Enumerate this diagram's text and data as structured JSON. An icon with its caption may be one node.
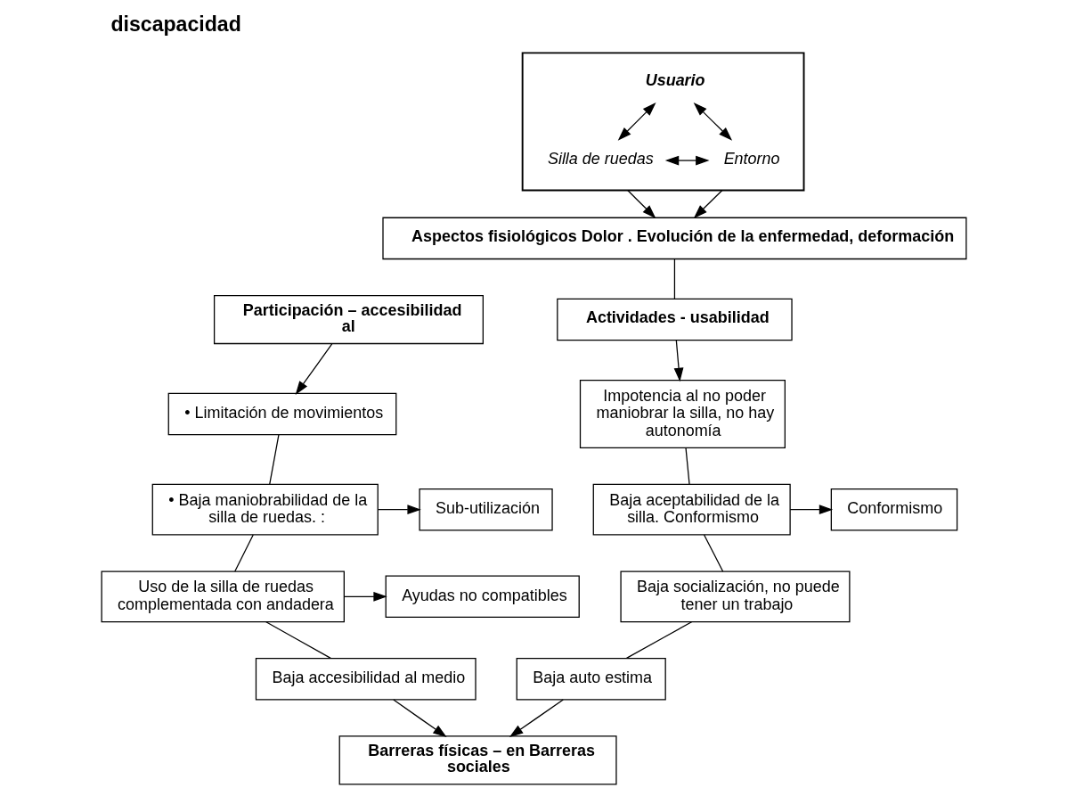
{
  "diagram": {
    "title": "discapacidad",
    "nodes": [
      {
        "text": [],
        "shape": "box"
      },
      {
        "text": [
          "Usuario"
        ],
        "in": 0
      },
      {
        "text": [
          "Silla de ruedas"
        ],
        "in": 0
      },
      {
        "text": [
          "Entorno"
        ],
        "in": 0
      },
      {
        "text": [
          "Aspectos fisiológicos Dolor . Evolución de la enfermedad, deformación"
        ]
      },
      {
        "text": [
          "Participación – accesibilidad al"
        ]
      },
      {
        "text": [
          "Actividades - usabilidad"
        ]
      },
      {
        "text": [
          "• Limitación de movimientos"
        ]
      },
      {
        "text": [
          "• Baja maniobrabilidad de la silla de ruedas. :"
        ]
      },
      {
        "text": [
          "Sub-utilización"
        ]
      },
      {
        "text": [
          "Uso de la silla de ruedas complementada con andadera"
        ]
      },
      {
        "text": [
          "Ayudas no compatibles"
        ]
      },
      {
        "text": [
          "Baja accesibilidad al medio"
        ]
      },
      {
        "text": [
          "Impotencia al no poder maniobrar la silla, no hay autonomía"
        ]
      },
      {
        "text": [
          "Baja aceptabilidad de la silla. Conformismo"
        ]
      },
      {
        "text": [
          "Conformismo"
        ]
      },
      {
        "text": [
          "Baja socialización, no puede tener un trabajo"
        ]
      },
      {
        "text": [
          "Baja auto estima"
        ]
      },
      {
        "text": [
          "Barreras físicas – en Barreras sociales"
        ]
      }
    ],
    "edges": [
      {
        "from": 1,
        "to": 2,
        "arrow": "both"
      },
      {
        "from": 1,
        "to": 3,
        "arrow": "both"
      },
      {
        "from": 2,
        "to": 3,
        "arrow": "both"
      },
      {
        "from": 0,
        "to": 4,
        "arrow": "to"
      },
      {
        "from": 0,
        "to": 4,
        "arrow": "to"
      },
      {
        "from": 4,
        "to": 6,
        "arrow": "none"
      },
      {
        "from": 5,
        "to": 7,
        "arrow": "to"
      },
      {
        "from": 6,
        "to": 13,
        "arrow": "to"
      },
      {
        "from": 7,
        "to": 8,
        "arrow": "none"
      },
      {
        "from": 8,
        "to": 9,
        "arrow": "to"
      },
      {
        "from": 8,
        "to": 10,
        "arrow": "none"
      },
      {
        "from": 10,
        "to": 11,
        "arrow": "to"
      },
      {
        "from": 10,
        "to": 12,
        "arrow": "none"
      },
      {
        "from": 12,
        "to": 18,
        "arrow": "to"
      },
      {
        "from": 13,
        "to": 14,
        "arrow": "none"
      },
      {
        "from": 14,
        "to": 15,
        "arrow": "to"
      },
      {
        "from": 14,
        "to": 16,
        "arrow": "none"
      },
      {
        "from": 16,
        "to": 17,
        "arrow": "none"
      },
      {
        "from": 17,
        "to": 18,
        "arrow": "to"
      }
    ]
  }
}
